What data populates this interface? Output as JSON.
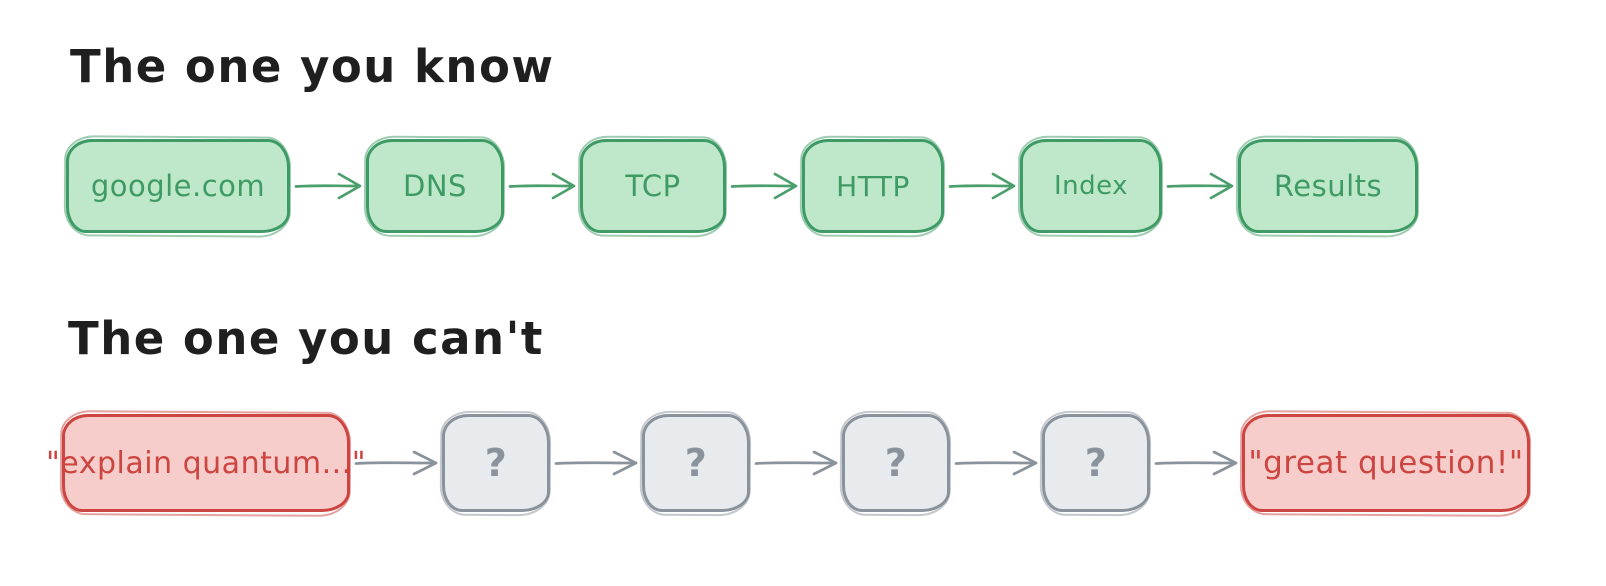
{
  "canvas": {
    "background": "#ffffff"
  },
  "sections": [
    {
      "title": "The one you know",
      "theme": "green",
      "nodes": [
        {
          "label": "google.com"
        },
        {
          "label": "DNS"
        },
        {
          "label": "TCP"
        },
        {
          "label": "HTTP"
        },
        {
          "label": "Index"
        },
        {
          "label": "Results"
        }
      ]
    },
    {
      "title": "The one you can't",
      "theme": "mixed",
      "nodes": [
        {
          "label": "\"explain quantum...\"",
          "style": "red"
        },
        {
          "label": "?",
          "style": "gray"
        },
        {
          "label": "?",
          "style": "gray"
        },
        {
          "label": "?",
          "style": "gray"
        },
        {
          "label": "?",
          "style": "gray"
        },
        {
          "label": "\"great question!\"",
          "style": "red"
        }
      ]
    }
  ],
  "colors": {
    "green_fill": "#bee8c9",
    "green_stroke": "#3f9b66",
    "green_arrow": "#4a9f6c",
    "red_fill": "#f7cdcb",
    "red_stroke": "#cc4540",
    "gray_fill": "#e8ebee",
    "gray_stroke": "#8a929c",
    "title_color": "#1f1f1f",
    "background": "#ffffff"
  }
}
